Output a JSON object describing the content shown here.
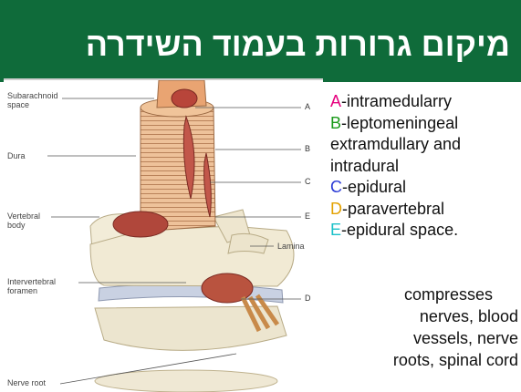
{
  "slide": {
    "title": "מיקום גרורות בעמוד השידרה"
  },
  "figure": {
    "labels_left": {
      "subarachnoid": "Subarachnoid\nspace",
      "dura": "Dura",
      "vertebral_body": "Vertebral\nbody",
      "intervertebral_foramen": "Intervertebral\nforamen",
      "nerve_root": "Nerve root"
    },
    "labels_right": {
      "a": "A",
      "b": "B",
      "c": "C",
      "e": "E",
      "lamina": "Lamina",
      "d": "D"
    }
  },
  "legend": {
    "a": {
      "key": "A",
      "text": "-intramedularry",
      "color": "#e6007e"
    },
    "b": {
      "key": "B",
      "text": "-leptomeningeal",
      "color": "#1a9a1a"
    },
    "b_cont1": "extramdullary and",
    "b_cont2": "intradural",
    "c": {
      "key": "C",
      "text": "-epidural",
      "color": "#2b3bd6"
    },
    "d": {
      "key": "D",
      "text": "-paravertebral",
      "color": "#e3a100"
    },
    "e": {
      "key": "E",
      "text": "-epidural space.",
      "color": "#19c0c8"
    },
    "note1": "compresses",
    "note2": "nerves,  blood",
    "note3": "vessels, nerve",
    "note4": "roots, spinal cord"
  }
}
